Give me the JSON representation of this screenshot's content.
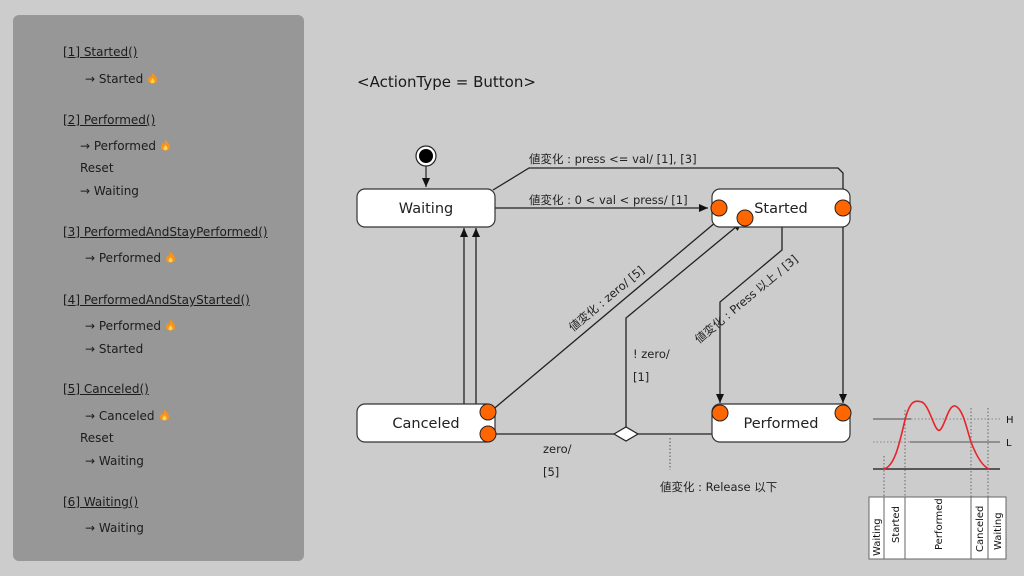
{
  "sidebar": {
    "sections": [
      {
        "head": "[1] Started()",
        "lines": [
          {
            "text": "→ Started",
            "fire": true
          }
        ]
      },
      {
        "head": "[2] Performed()",
        "lines": [
          {
            "text": "→ Performed",
            "fire": true
          },
          {
            "text": "Reset",
            "fire": false
          },
          {
            "text": "→ Waiting",
            "fire": false
          }
        ]
      },
      {
        "head": "[3] PerformedAndStayPerformed()",
        "lines": [
          {
            "text": "→ Performed",
            "fire": true
          }
        ]
      },
      {
        "head": "[4] PerformedAndStayStarted()",
        "lines": [
          {
            "text": "→ Performed",
            "fire": true
          },
          {
            "text": "→ Started",
            "fire": false
          }
        ]
      },
      {
        "head": "[5] Canceled()",
        "lines": [
          {
            "text": "→ Canceled",
            "fire": true
          },
          {
            "text": "Reset",
            "fire": false
          },
          {
            "text": "→ Waiting",
            "fire": false
          }
        ]
      },
      {
        "head": "[6] Waiting()",
        "lines": [
          {
            "text": "→ Waiting",
            "fire": false
          }
        ]
      }
    ]
  },
  "diagram": {
    "title": "<ActionType = Button>",
    "states": {
      "waiting": "Waiting",
      "started": "Started",
      "canceled": "Canceled",
      "performed": "Performed"
    },
    "transitions": {
      "waiting_to_performed": "値変化 : press <= val/ [1], [3]",
      "waiting_to_started": "値変化 : 0 < val < press/ [1]",
      "started_to_canceled": "値変化 : zero/ [5]",
      "started_to_performed": "値変化 : Press 以上 / [3]",
      "choice_not_zero_1": "! zero/",
      "choice_not_zero_2": "[1]",
      "choice_zero_1": "zero/",
      "choice_zero_2": "[5]",
      "performed_release": "値変化 : Release 以下"
    },
    "colors": {
      "port": "#ff6600",
      "state_fill": "#ffffff",
      "curve": "#e8242a"
    }
  },
  "timeline": {
    "levels": {
      "high": "H",
      "low": "L"
    },
    "phases": [
      "Waiting",
      "Started",
      "Performed",
      "Canceled",
      "Waiting"
    ]
  }
}
